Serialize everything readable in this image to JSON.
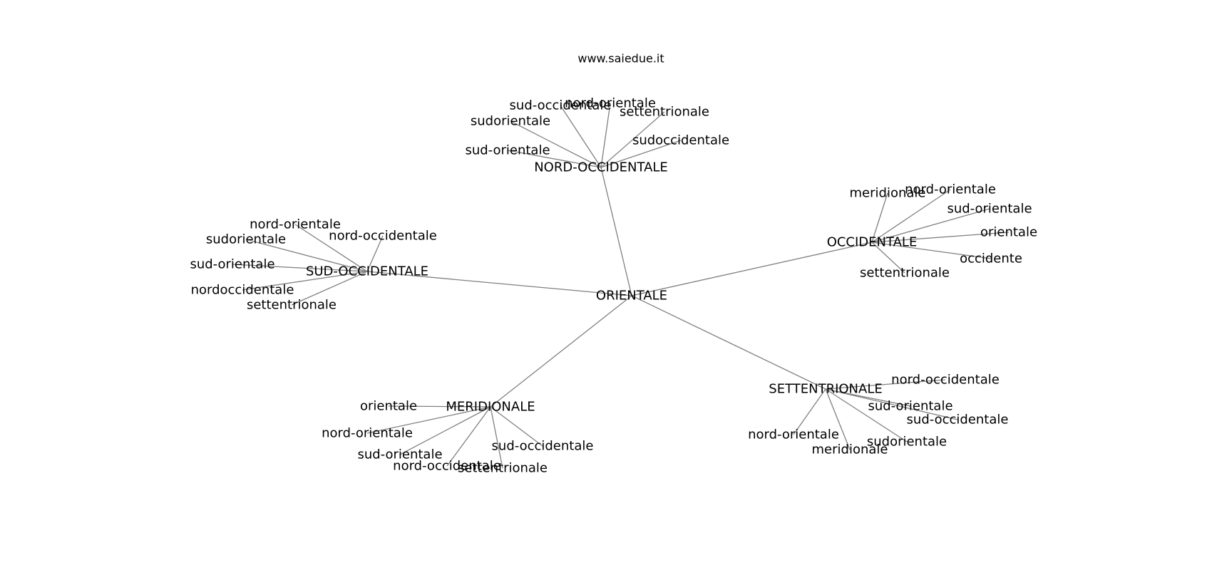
{
  "watermark": "www.saiedue.it",
  "center": "ORIENTALE",
  "hubs": [
    {
      "label": "NORD-OCCIDENTALE",
      "leaves": [
        "sud-occidentale",
        "nord-orientale",
        "settentrionale",
        "sudorientale",
        "sud-orientale",
        "sudoccidentale"
      ]
    },
    {
      "label": "OCCIDENTALE",
      "leaves": [
        "meridionale",
        "nord-orientale",
        "sud-orientale",
        "orientale",
        "occidente",
        "settentrionale"
      ]
    },
    {
      "label": "SUD-OCCIDENTALE",
      "leaves": [
        "nord-orientale",
        "sudorientale",
        "nord-occidentale",
        "sud-orientale",
        "nordoccidentale",
        "settentrionale"
      ]
    },
    {
      "label": "MERIDIONALE",
      "leaves": [
        "orientale",
        "nord-orientale",
        "sud-orientale",
        "nord-occidentale",
        "settentrionale",
        "sud-occidentale"
      ]
    },
    {
      "label": "SETTENTRIONALE",
      "leaves": [
        "nord-occidentale",
        "sud-orientale",
        "sud-occidentale",
        "nord-orientale",
        "meridionale",
        "sudorientale"
      ]
    }
  ]
}
